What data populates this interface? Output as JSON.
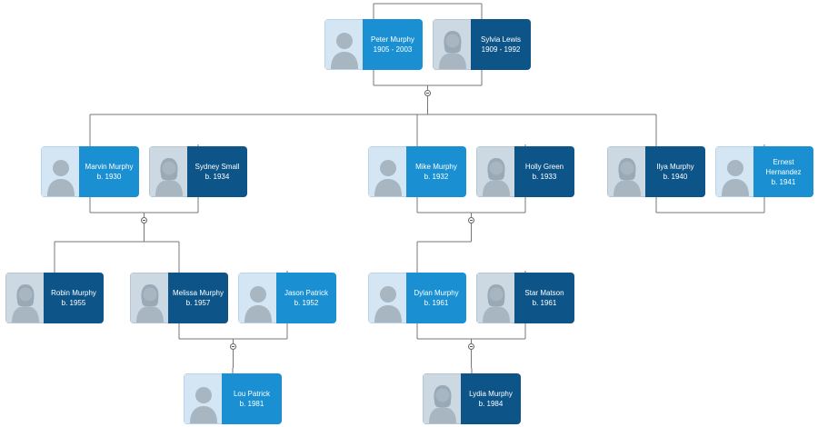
{
  "colors": {
    "male_info": "#1a8fd1",
    "female_info": "#0d5488",
    "link": "#777777"
  },
  "icons": {
    "male": "male-avatar-icon",
    "female": "female-avatar-icon",
    "toggle": "collapse-toggle-icon"
  },
  "people": [
    {
      "id": "peter",
      "name": "Peter Murphy",
      "dates": "1905 - 2003",
      "gender": "male"
    },
    {
      "id": "sylvia",
      "name": "Sylvia Lewis",
      "dates": "1909 - 1992",
      "gender": "female"
    },
    {
      "id": "marvin",
      "name": "Marvin Murphy",
      "dates": "b. 1930",
      "gender": "male"
    },
    {
      "id": "sydney",
      "name": "Sydney Small",
      "dates": "b. 1934",
      "gender": "female"
    },
    {
      "id": "mike",
      "name": "Mike Murphy",
      "dates": "b. 1932",
      "gender": "male"
    },
    {
      "id": "holly",
      "name": "Holly Green",
      "dates": "b. 1933",
      "gender": "female"
    },
    {
      "id": "ilya",
      "name": "Ilya Murphy",
      "dates": "b. 1940",
      "gender": "female"
    },
    {
      "id": "ernest",
      "name": "Ernest Hernandez",
      "dates": "b. 1941",
      "gender": "male"
    },
    {
      "id": "robin",
      "name": "Robin Murphy",
      "dates": "b. 1955",
      "gender": "female"
    },
    {
      "id": "melissa",
      "name": "Melissa Murphy",
      "dates": "b. 1957",
      "gender": "female"
    },
    {
      "id": "jason",
      "name": "Jason Patrick",
      "dates": "b. 1952",
      "gender": "male"
    },
    {
      "id": "dylan",
      "name": "Dylan Murphy",
      "dates": "b. 1961",
      "gender": "male"
    },
    {
      "id": "star",
      "name": "Star Matson",
      "dates": "b. 1961",
      "gender": "female"
    },
    {
      "id": "lou",
      "name": "Lou Patrick",
      "dates": "b. 1981",
      "gender": "male"
    },
    {
      "id": "lydia",
      "name": "Lydia Murphy",
      "dates": "b. 1984",
      "gender": "female"
    }
  ],
  "couples": [
    {
      "id": "peter-sylvia",
      "partners": [
        "peter",
        "sylvia"
      ],
      "children": [
        "marvin",
        "mike",
        "ilya"
      ]
    },
    {
      "id": "marvin-sydney",
      "partners": [
        "marvin",
        "sydney"
      ],
      "children": [
        "robin",
        "melissa"
      ]
    },
    {
      "id": "mike-holly",
      "partners": [
        "mike",
        "holly"
      ],
      "children": [
        "dylan"
      ]
    },
    {
      "id": "ilya-ernest",
      "partners": [
        "ilya",
        "ernest"
      ],
      "children": []
    },
    {
      "id": "melissa-jason",
      "partners": [
        "melissa",
        "jason"
      ],
      "children": [
        "lou"
      ]
    },
    {
      "id": "dylan-star",
      "partners": [
        "dylan",
        "star"
      ],
      "children": [
        "lydia"
      ]
    }
  ]
}
